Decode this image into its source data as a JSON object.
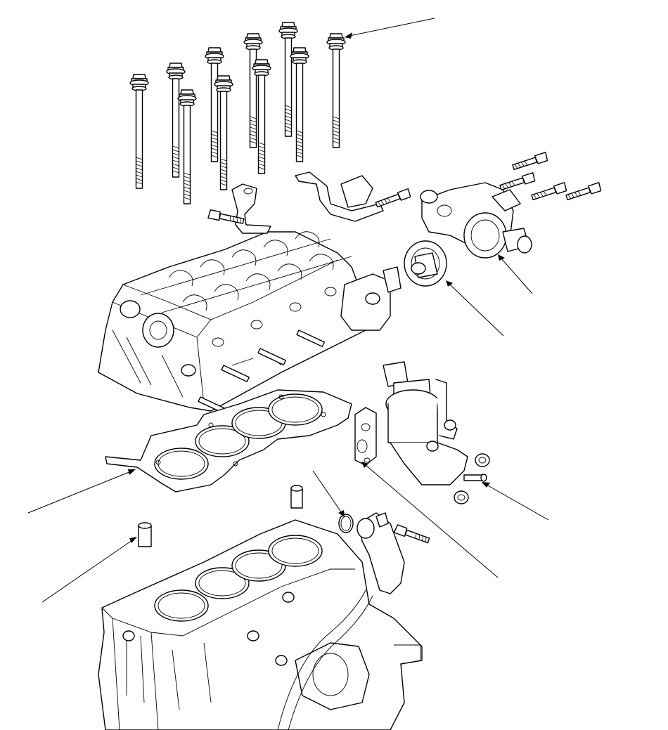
{
  "diagram": {
    "background": "#ffffff",
    "stroke": "#000000",
    "parts": [
      {
        "name": "cylinder-head-bolts",
        "count": 10
      },
      {
        "name": "cylinder-head"
      },
      {
        "name": "thermostat-housing"
      },
      {
        "name": "thermostat"
      },
      {
        "name": "egr-valve"
      },
      {
        "name": "egr-gasket"
      },
      {
        "name": "head-gasket"
      },
      {
        "name": "dowel-pins",
        "count": 2
      },
      {
        "name": "o-ring"
      },
      {
        "name": "engine-block"
      }
    ]
  }
}
